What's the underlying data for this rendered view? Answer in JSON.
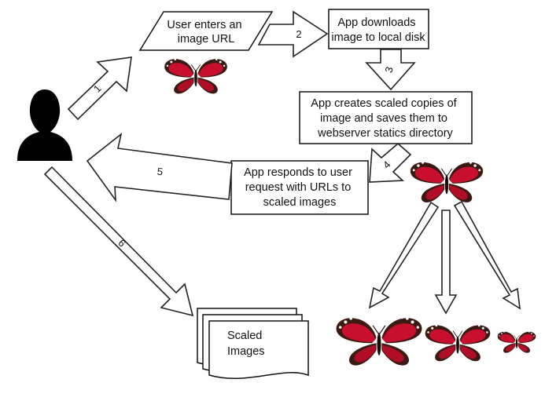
{
  "steps": {
    "user_input": {
      "lines": [
        "User enters an",
        "image URL"
      ]
    },
    "download": {
      "lines": [
        "App downloads",
        "image to local disk"
      ]
    },
    "scale": {
      "lines": [
        "App creates scaled copies of",
        "image and saves them to",
        "webserver statics directory"
      ]
    },
    "respond": {
      "lines": [
        "App responds to user",
        "request with URLs to",
        "scaled images"
      ]
    }
  },
  "document": {
    "lines": [
      "Scaled",
      "Images"
    ]
  },
  "arrow_numbers": [
    "1",
    "2",
    "3",
    "4",
    "5",
    "6"
  ],
  "colors": {
    "butterfly_red": "#c8102e",
    "butterfly_dark": "#3a1a12",
    "outline": "#111111",
    "user_silhouette": "#000000"
  },
  "icons": [
    "user-silhouette-icon",
    "butterfly-icon",
    "document-stack-icon"
  ]
}
